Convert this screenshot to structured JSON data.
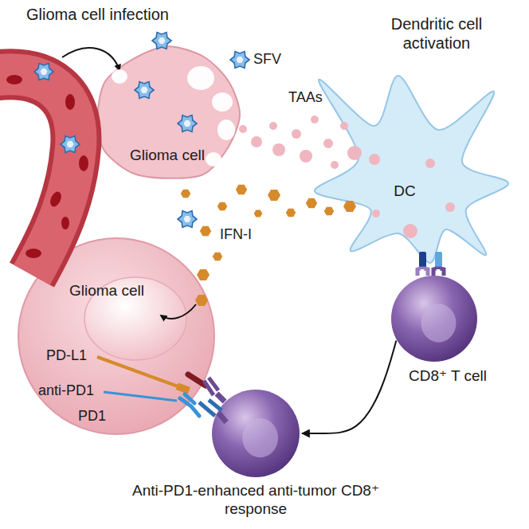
{
  "diagram": {
    "nodes": [
      {
        "text": [
          "Glioma cell"
        ]
      },
      {
        "text": [
          "DC"
        ]
      },
      {
        "text": [
          "CD8⁺ T cell"
        ]
      },
      {
        "text": [
          "Glioma cell"
        ]
      },
      {
        "text": [
          "Anti-PD1-enhanced anti-tumor CD8⁺ response"
        ]
      }
    ],
    "edges": [
      {
        "from": 2,
        "to": 4,
        "arrow": "to"
      }
    ],
    "labels": [
      "Glioma cell infection",
      "SFV",
      "Dendritic cell activation",
      "TAAs",
      "IFN-I",
      "PD-L1",
      "anti-PD1",
      "PD1"
    ]
  }
}
